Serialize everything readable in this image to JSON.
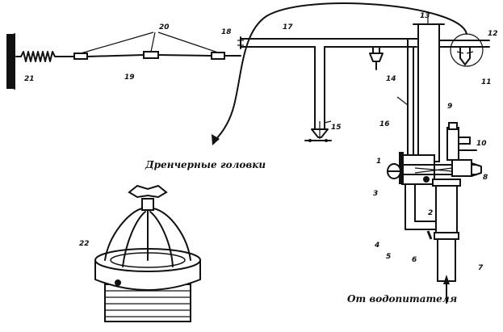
{
  "captions": {
    "drencher_heads": "Дренчерные головки",
    "from_water_feeder": "От водопитателя"
  },
  "labels": {
    "l1": "1",
    "l2": "2",
    "l3": "3",
    "l4": "4",
    "l5": "5",
    "l6": "6",
    "l7": "7",
    "l8": "8",
    "l9": "9",
    "l10": "10",
    "l11": "11",
    "l12": "12",
    "l13": "13",
    "l14": "14",
    "l15": "15",
    "l16": "16",
    "l17": "17",
    "l18": "18",
    "l19": "19",
    "l20": "20",
    "l21": "21",
    "l22": "22"
  }
}
